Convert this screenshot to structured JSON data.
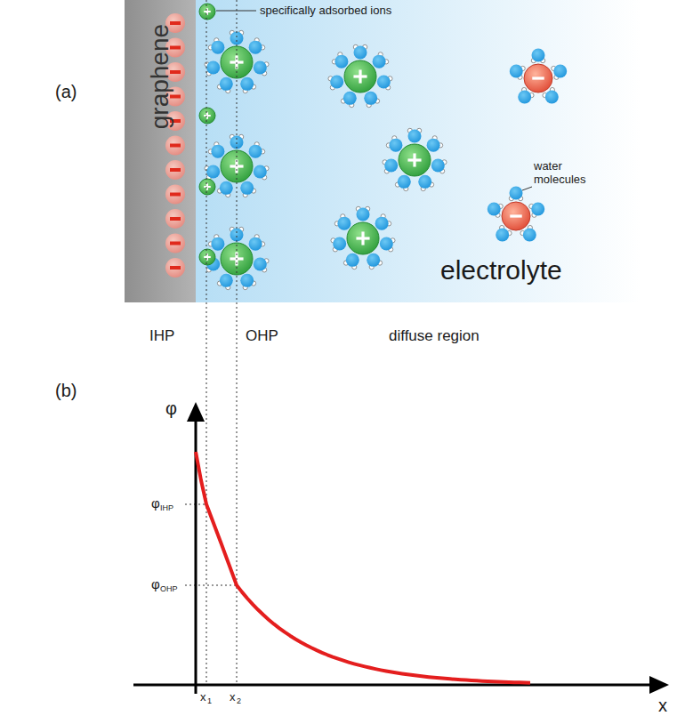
{
  "diagram": {
    "nodes": [
      {
        "text": [
          "graphene"
        ]
      },
      {
        "text": [
          "electrolyte"
        ]
      }
    ],
    "labels": [
      "(a)",
      "specifically adsorbed ions",
      "water molecules",
      "IHP",
      "OHP",
      "diffuse region",
      "(b)",
      "φ",
      "φ",
      "IHP",
      "φ",
      "OHP",
      "x",
      "1",
      "x",
      "2",
      "x"
    ]
  }
}
